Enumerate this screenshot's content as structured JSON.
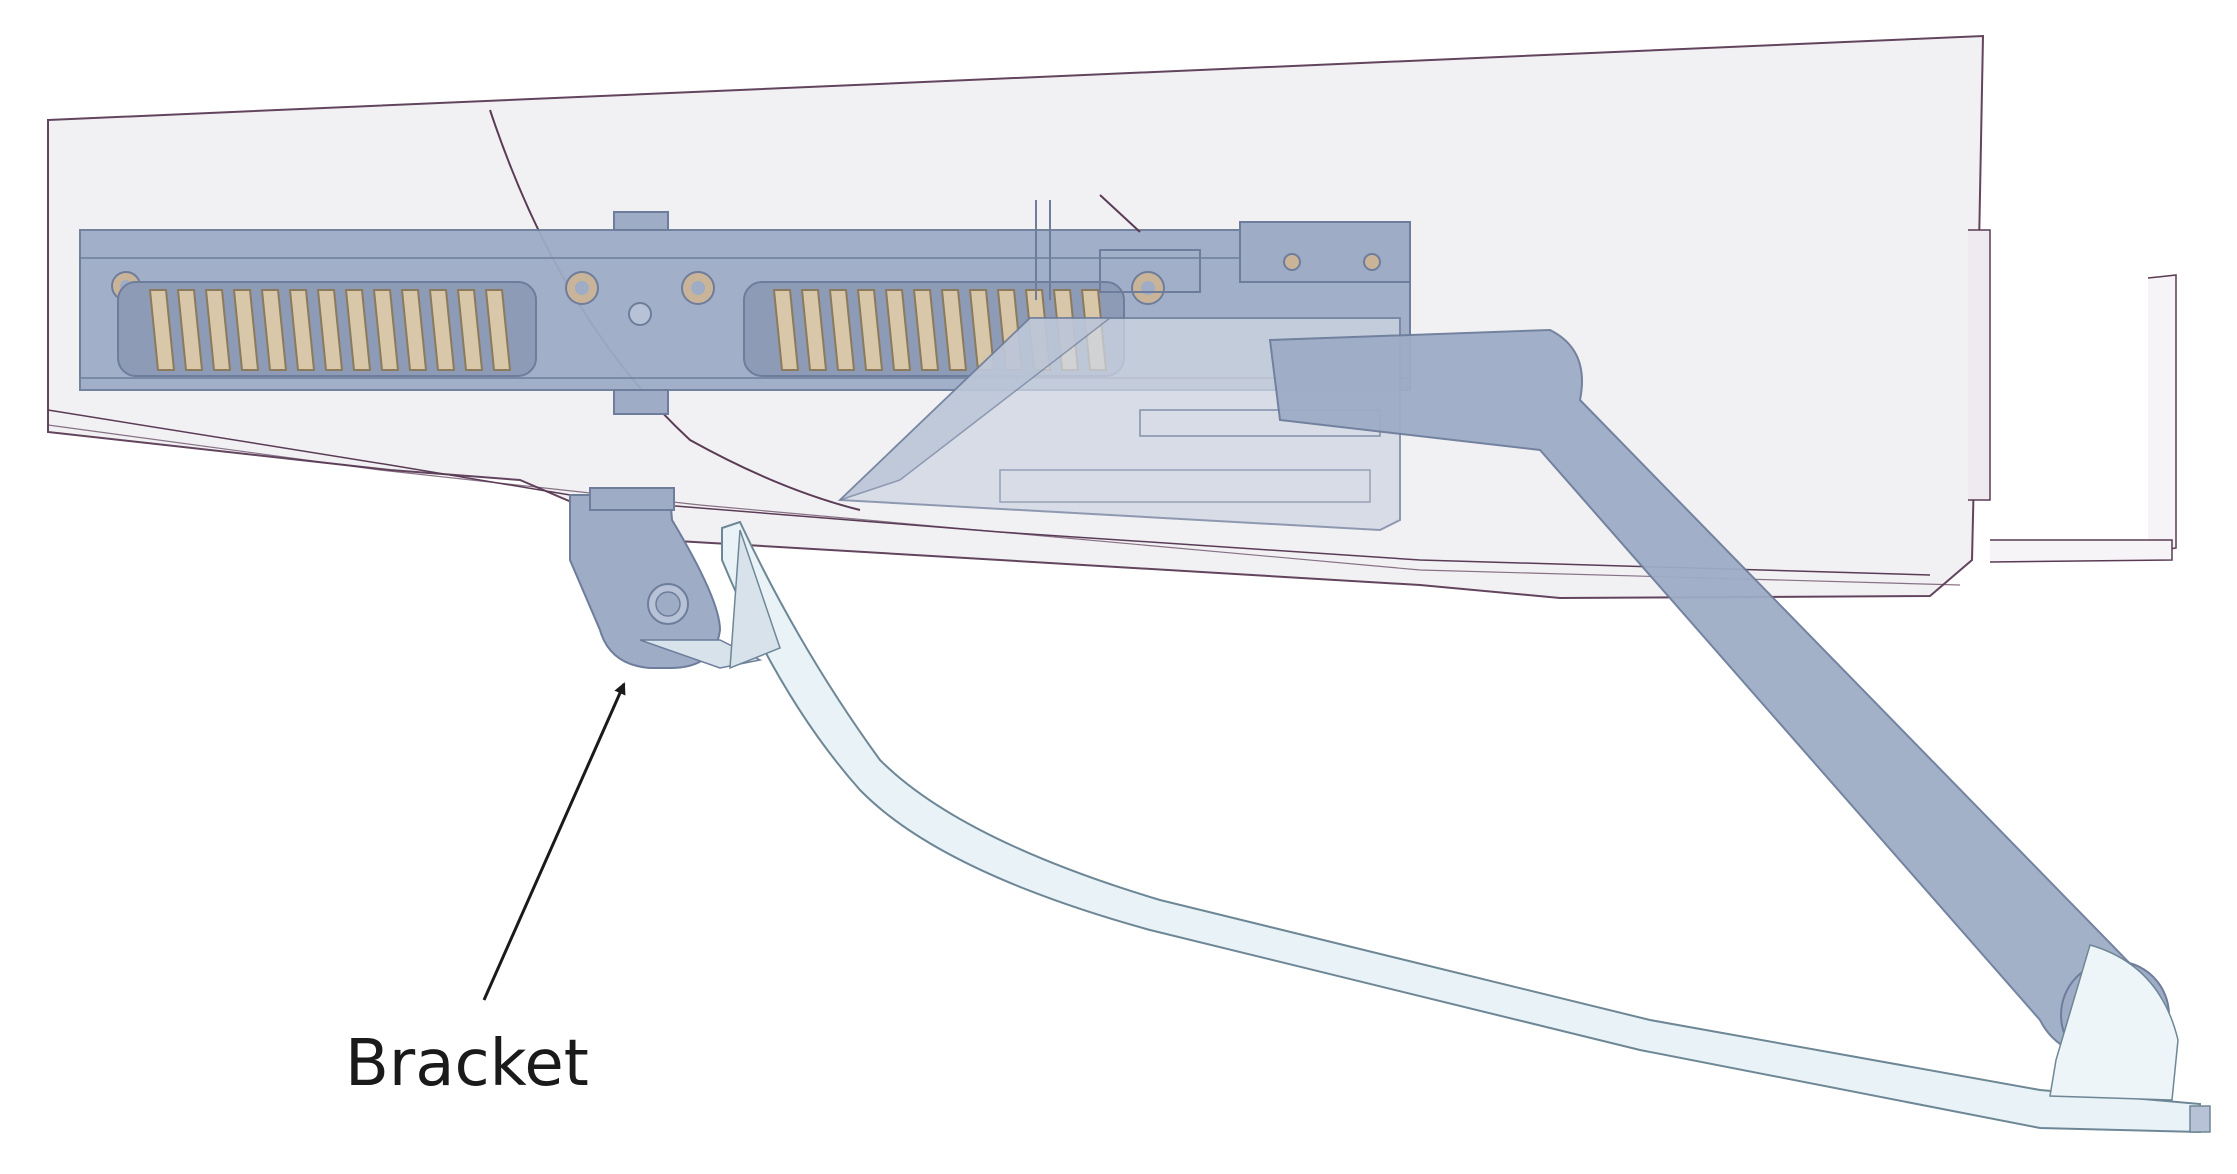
{
  "diagram": {
    "annotation": {
      "label": "Bracket",
      "target": "bracket"
    },
    "parts": [
      "housing-shell",
      "spring-rail",
      "spring-coil-left",
      "spring-coil-right",
      "carriage-block",
      "link-arm",
      "bracket",
      "flap-panel"
    ],
    "colors": {
      "shell_fill": "#f1f0f3",
      "shell_stroke": "#5a3b55",
      "metal_fill": "#9eacc6",
      "metal_stroke": "#6d7d9b",
      "spring_fill": "#d8c7a8",
      "spring_stroke": "#8c7a5c",
      "flap_fill": "#e9f3f7",
      "flap_stroke": "#6e8796",
      "text": "#1a1a1a"
    }
  }
}
